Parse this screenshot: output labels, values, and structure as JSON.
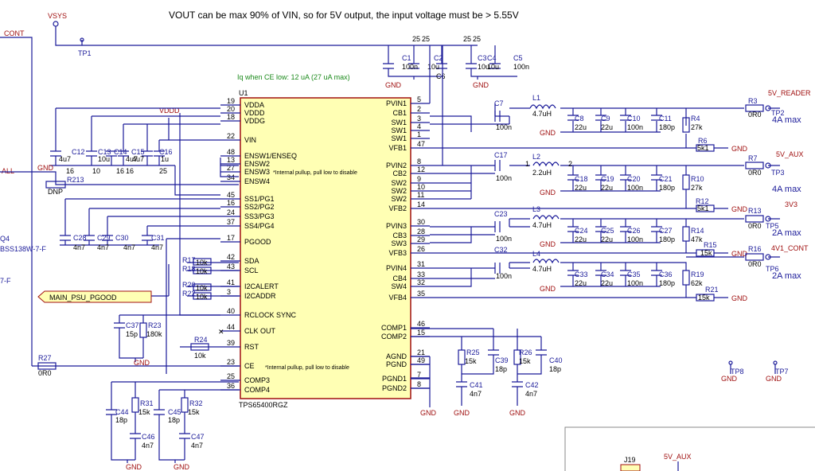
{
  "header": {
    "net_vsys": "VSYS",
    "note": "VOUT can be max 90% of VIN, so for 5V output, the input voltage must be > 5.55V",
    "net_cont": "CONT",
    "tp1": "TP1",
    "iq_note": "Iq when CE low: 12 uA (27 uA max)",
    "vddd": "VDDD",
    "all": "ALL"
  },
  "ic": {
    "ref": "U1",
    "part": "TPS65400RGZ",
    "note_pullup": "*Internal pullup, pull low to disable",
    "left_pins": [
      {
        "num": "19",
        "name": "VDDA"
      },
      {
        "num": "20",
        "name": "VDDD"
      },
      {
        "num": "18",
        "name": "VDDG"
      },
      {
        "num": "22",
        "name": "VIN"
      },
      {
        "num": "48",
        "name": "ENSW1/ENSEQ"
      },
      {
        "num": "13",
        "name": "ENSW2"
      },
      {
        "num": "27",
        "name": "ENSW3"
      },
      {
        "num": "34",
        "name": "ENSW4"
      },
      {
        "num": "45",
        "name": "SS1/PG1"
      },
      {
        "num": "16",
        "name": "SS2/PG2"
      },
      {
        "num": "24",
        "name": "SS3/PG3"
      },
      {
        "num": "37",
        "name": "SS4/PG4"
      },
      {
        "num": "17",
        "name": "PGOOD"
      },
      {
        "num": "42",
        "name": "SDA"
      },
      {
        "num": "43",
        "name": "SCL"
      },
      {
        "num": "41",
        "name": "I2CALERT"
      },
      {
        "num": "3",
        "name": "I2CADDR"
      },
      {
        "num": "40",
        "name": "RCLOCK SYNC"
      },
      {
        "num": "44",
        "name": "CLK OUT"
      },
      {
        "num": "39",
        "name": "RST"
      },
      {
        "num": "23",
        "name": "CE"
      },
      {
        "num": "25",
        "name": "COMP3"
      },
      {
        "num": "36",
        "name": "COMP4"
      }
    ],
    "right_pins": [
      {
        "num": "5",
        "name": "PVIN1"
      },
      {
        "num": "2",
        "name": "CB1"
      },
      {
        "num": "3",
        "name": "SW1"
      },
      {
        "num": "4",
        "name": "SW1"
      },
      {
        "num": "1",
        "name": "SW1"
      },
      {
        "num": "47",
        "name": "VFB1"
      },
      {
        "num": "8",
        "name": "PVIN2"
      },
      {
        "num": "12",
        "name": "CB2"
      },
      {
        "num": "9",
        "name": "SW2"
      },
      {
        "num": "10",
        "name": "SW2"
      },
      {
        "num": "11",
        "name": "SW2"
      },
      {
        "num": "14",
        "name": "VFB2"
      },
      {
        "num": "30",
        "name": "PVIN3"
      },
      {
        "num": "28",
        "name": "CB3"
      },
      {
        "num": "29",
        "name": "SW3"
      },
      {
        "num": "26",
        "name": "VFB3"
      },
      {
        "num": "31",
        "name": "PVIN4"
      },
      {
        "num": "33",
        "name": "CB4"
      },
      {
        "num": "32",
        "name": "SW4"
      },
      {
        "num": "35",
        "name": "VFB4"
      },
      {
        "num": "46",
        "name": "COMP1"
      },
      {
        "num": "15",
        "name": "COMP2"
      },
      {
        "num": "21",
        "name": "AGND"
      },
      {
        "num": "49",
        "name": "PGND"
      },
      {
        "num": "7",
        "name": "PGND1"
      },
      {
        "num": "8",
        "name": "PGND2"
      }
    ]
  },
  "nets": {
    "v5_reader": "5V_READER",
    "v5_aux": "5V_AUX",
    "v3v3": "3V3",
    "v4v1": "4V1_CONT",
    "main_psu": "MAIN_PSU_PGOOD",
    "gnd": "GND",
    "amp4_a": "4A max",
    "amp4_b": "4A max",
    "amp2_a": "2A max",
    "amp2_b": "2A max"
  },
  "test_points": [
    "TP2",
    "TP3",
    "TP5",
    "TP6",
    "TP8",
    "TP7"
  ],
  "components": {
    "top_caps": [
      {
        "ref": "C1",
        "val": "100n"
      },
      {
        "ref": "C2",
        "val": "10u"
      },
      {
        "ref": "C3",
        "val": "10u"
      },
      {
        "ref": "C4",
        "val": "10u"
      },
      {
        "ref": "C5",
        "val": "100n"
      },
      {
        "ref": "C6",
        "val": "C6"
      }
    ],
    "top_labels": [
      "25",
      "25",
      "25",
      "25"
    ],
    "left_caps": [
      {
        "ref": "C12",
        "val": "4u7"
      },
      {
        "ref": "C13",
        "val": "10u"
      },
      {
        "ref": "C14",
        "val": "4u7"
      },
      {
        "ref": "C15",
        "val": "4u7"
      },
      {
        "ref": "C16",
        "val": "1u"
      }
    ],
    "left_cap_ratings": [
      "16",
      "10",
      "16",
      "16",
      "25"
    ],
    "ss_caps": [
      {
        "ref": "C28",
        "val": "4n7"
      },
      {
        "ref": "C29",
        "val": "4n7"
      },
      {
        "ref": "C30",
        "val": "4n7"
      },
      {
        "ref": "C31",
        "val": "4n7"
      }
    ],
    "r213": {
      "ref": "R213",
      "val": "DNP"
    },
    "q4": {
      "ref": "Q4",
      "val": "BSS138W-7-F"
    },
    "q4_val2": "7-F",
    "r17": {
      "ref": "R17",
      "val": "10k"
    },
    "r18": {
      "ref": "R18",
      "val": "10k"
    },
    "r20": {
      "ref": "R20",
      "val": "10k"
    },
    "r22": {
      "ref": "R22",
      "val": "10k"
    },
    "c37": {
      "ref": "C37",
      "val": "15p"
    },
    "r23": {
      "ref": "R23",
      "val": "180k"
    },
    "r24": {
      "ref": "R24",
      "val": "10k"
    },
    "r27": {
      "ref": "R27",
      "val": "0R0"
    },
    "c44": {
      "ref": "C44",
      "val": "18p"
    },
    "r31": {
      "ref": "R31",
      "val": "15k"
    },
    "c46": {
      "ref": "C46",
      "val": "4n7"
    },
    "c45": {
      "ref": "C45",
      "val": "18p"
    },
    "r32": {
      "ref": "R32",
      "val": "15k"
    },
    "c47": {
      "ref": "C47",
      "val": "4n7"
    },
    "c7": {
      "ref": "C7",
      "val": "100n"
    },
    "l1": {
      "ref": "L1",
      "val": "4.7uH"
    },
    "c8": {
      "ref": "C8",
      "val": "22u"
    },
    "c9": {
      "ref": "C9",
      "val": "22u"
    },
    "c10": {
      "ref": "C10",
      "val": "100n"
    },
    "c11": {
      "ref": "C11",
      "val": "180p"
    },
    "r4": {
      "ref": "R4",
      "val": "27k"
    },
    "r6": {
      "ref": "R6",
      "val": "5k1"
    },
    "r3": {
      "ref": "R3",
      "val": "0R0"
    },
    "c17": {
      "ref": "C17",
      "val": "100n"
    },
    "l2": {
      "ref": "L2",
      "val": "2.2uH"
    },
    "l2_pin1": "1",
    "l2_pin2": "2",
    "c18": {
      "ref": "C18",
      "val": "22u"
    },
    "c19": {
      "ref": "C19",
      "val": "22u"
    },
    "c20": {
      "ref": "C20",
      "val": "100n"
    },
    "c21": {
      "ref": "C21",
      "val": "180p"
    },
    "r10": {
      "ref": "R10",
      "val": "27k"
    },
    "r12": {
      "ref": "R12",
      "val": "5k1"
    },
    "r7": {
      "ref": "R7",
      "val": "0R0"
    },
    "c23": {
      "ref": "C23",
      "val": "100n"
    },
    "l3": {
      "ref": "L3",
      "val": "4.7uH"
    },
    "c24": {
      "ref": "C24",
      "val": "22u"
    },
    "c25": {
      "ref": "C25",
      "val": "22u"
    },
    "c26": {
      "ref": "C26",
      "val": "100n"
    },
    "c27": {
      "ref": "C27",
      "val": "180p"
    },
    "r14": {
      "ref": "R14",
      "val": "47k"
    },
    "r15": {
      "ref": "R15",
      "val": "15k"
    },
    "r13": {
      "ref": "R13",
      "val": "0R0"
    },
    "c32": {
      "ref": "C32",
      "val": "100n"
    },
    "l4": {
      "ref": "L4",
      "val": "4.7uH"
    },
    "c33": {
      "ref": "C33",
      "val": "22u"
    },
    "c34": {
      "ref": "C34",
      "val": "22u"
    },
    "c35": {
      "ref": "C35",
      "val": "100n"
    },
    "c36": {
      "ref": "C36",
      "val": "180p"
    },
    "r19": {
      "ref": "R19",
      "val": "62k"
    },
    "r21": {
      "ref": "R21",
      "val": "15k"
    },
    "r16": {
      "ref": "R16",
      "val": "0R0"
    },
    "r25": {
      "ref": "R25",
      "val": "15k"
    },
    "c39": {
      "ref": "C39",
      "val": "18p"
    },
    "c41": {
      "ref": "C41",
      "val": "4n7"
    },
    "r26": {
      "ref": "R26",
      "val": "15k"
    },
    "c40": {
      "ref": "C40",
      "val": "18p"
    },
    "c42": {
      "ref": "C42",
      "val": "4n7"
    },
    "j19": "J19",
    "v5aux_bottom": "5V_AUX"
  }
}
